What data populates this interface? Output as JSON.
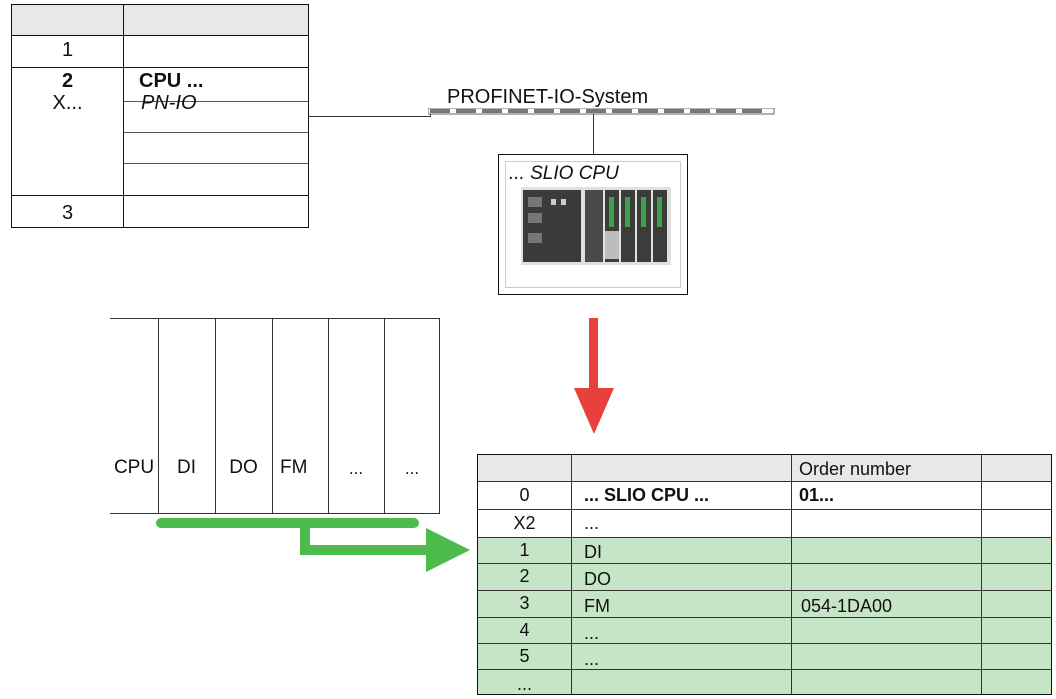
{
  "rack": {
    "rows": [
      {
        "slot": "1",
        "module": ""
      },
      {
        "slot": "2",
        "module": "CPU ..."
      },
      {
        "slot": "X...",
        "module": "PN-IO"
      },
      {
        "slot": "3",
        "module": ""
      }
    ]
  },
  "network": {
    "label": "PROFINET-IO-System"
  },
  "device": {
    "label": "... SLIO CPU"
  },
  "modules": {
    "items": [
      "CPU",
      "DI",
      "DO",
      "FM",
      "...",
      "..."
    ]
  },
  "config_table": {
    "header": {
      "col3": "Order number"
    },
    "rows": [
      {
        "slot": "0",
        "module": "... SLIO CPU ...",
        "order": "01...",
        "highlight": false
      },
      {
        "slot": "X2",
        "module": "...",
        "order": "",
        "highlight": false
      },
      {
        "slot": "1",
        "module": "DI",
        "order": "",
        "highlight": true
      },
      {
        "slot": "2",
        "module": "DO",
        "order": "",
        "highlight": true
      },
      {
        "slot": "3",
        "module": "FM",
        "order": "054-1DA00",
        "highlight": true
      },
      {
        "slot": "4",
        "module": "...",
        "order": "",
        "highlight": true
      },
      {
        "slot": "5",
        "module": "...",
        "order": "",
        "highlight": true
      },
      {
        "slot": "...",
        "module": "",
        "order": "",
        "highlight": true
      }
    ]
  },
  "colors": {
    "red_arrow": "#e8403a",
    "green_arrow": "#4cbb4c",
    "green_row": "#c6e5c6",
    "header_gray": "#e8e8e8",
    "network_gray": "#777777"
  }
}
